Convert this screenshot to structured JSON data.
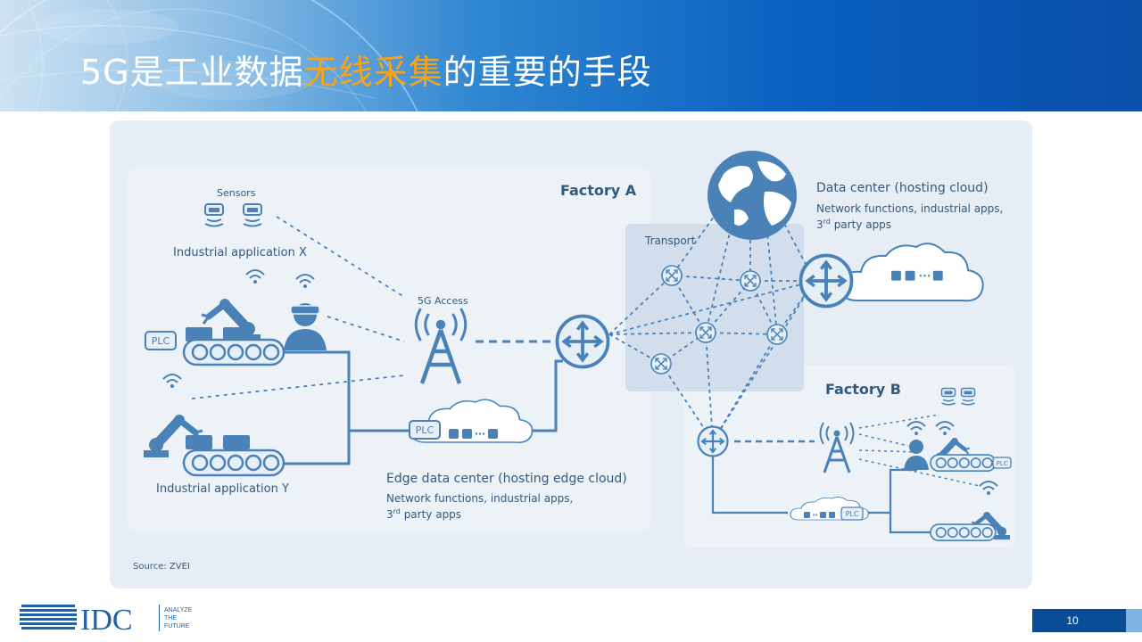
{
  "slide": {
    "title_pre": "5G是工业数据",
    "title_highlight": "无线采集",
    "title_post": "的重要的手段",
    "page_number": "10"
  },
  "diagram": {
    "factory_a": "Factory A",
    "factory_b": "Factory B",
    "sensors": "Sensors",
    "industrial_app_x": "Industrial application X",
    "industrial_app_y": "Industrial application Y",
    "access_5g": "5G Access",
    "transport": "Transport",
    "data_center_title": "Data center (hosting cloud)",
    "data_center_line1": "Network functions, industrial apps,",
    "data_center_line2_pre": "3",
    "data_center_line2_sup": "rd",
    "data_center_line2_post": " party apps",
    "edge_title": "Edge data center (hosting edge cloud)",
    "edge_line1": "Network functions, industrial apps,",
    "edge_line2_pre": "3",
    "edge_line2_sup": "rd",
    "edge_line2_post": " party apps",
    "plc": "PLC",
    "source": "Source: ZVEI"
  },
  "logo": {
    "text": "IDC",
    "tagline_1": "ANALYZE",
    "tagline_2": "THE",
    "tagline_3": "FUTURE"
  },
  "colors": {
    "accent_orange": "#f7a21b",
    "diagram_blue": "#4a82b8",
    "panel_bg": "#e6edf4",
    "page_bar": "#0a4d96"
  }
}
